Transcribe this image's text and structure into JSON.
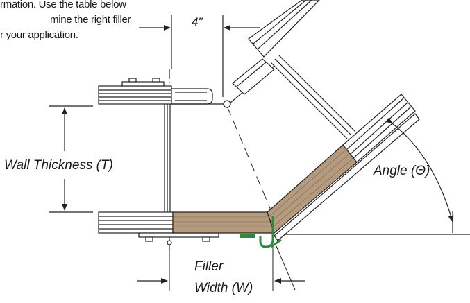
{
  "intro_lines": [
    "rmation. Use the table below",
    "mine the right filler",
    "r your application."
  ],
  "labels": {
    "gap": "4\"",
    "wall_thickness": "Wall Thickness (T)",
    "angle": "Angle (Θ)",
    "filler_line1": "Filler",
    "filler_line2": "Width (W)"
  },
  "colors": {
    "filler": "#b49a7e",
    "bracket": "#2e8b3e",
    "line": "#222222"
  }
}
